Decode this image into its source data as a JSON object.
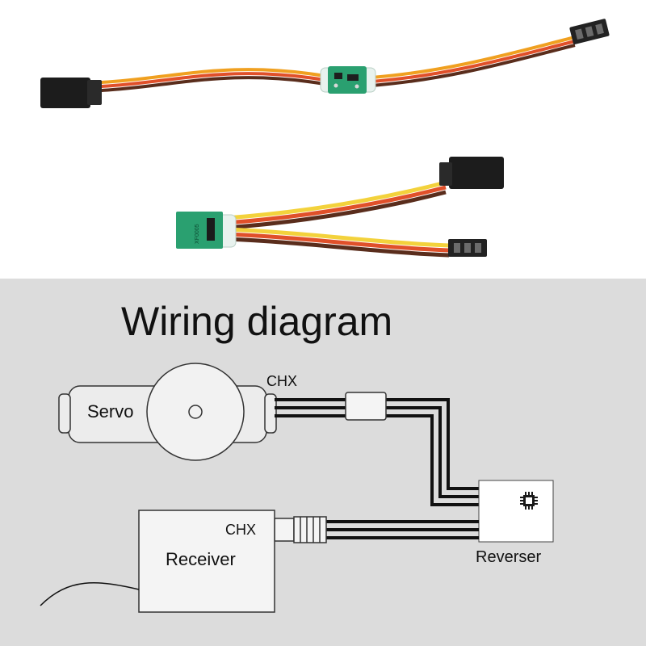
{
  "diagram": {
    "title": "Wiring diagram",
    "servo_label": "Servo",
    "servo_channel": "CHX",
    "receiver_label": "Receiver",
    "receiver_channel": "CHX",
    "reverser_label": "Reverser"
  },
  "photo": {
    "board_marking": "XF0005"
  },
  "colors": {
    "background": "#dcdcdc",
    "wire_brown": "#5a2d1c",
    "wire_red": "#e0502a",
    "wire_orange": "#f0a020",
    "wire_yellow": "#f3d23c",
    "pcb_green": "#2aa070",
    "connector_black": "#1c1c1c"
  }
}
